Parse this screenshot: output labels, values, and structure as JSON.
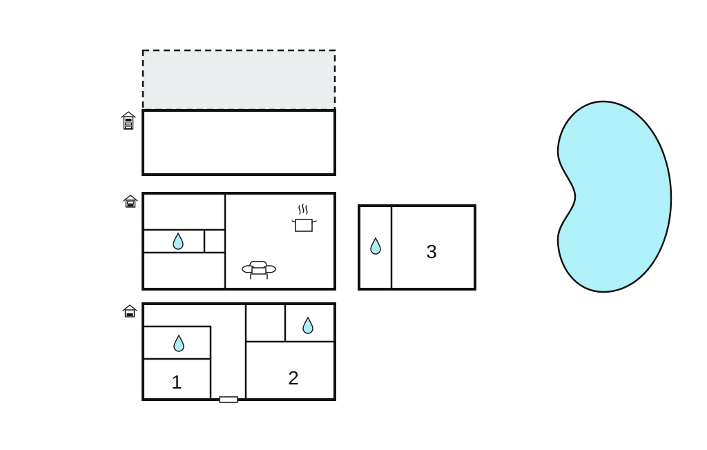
{
  "colors": {
    "wall": "#111111",
    "terrace_fill": "#eaeeee",
    "pool_fill": "#b0f1f9",
    "water_drop": "#b0ecf4",
    "background": "#ffffff"
  },
  "floors": [
    {
      "name": "top-building",
      "floor_icon": "house-floor-2-icon"
    },
    {
      "name": "middle-building",
      "floor_icon": "house-floor-1-icon"
    },
    {
      "name": "bottom-building",
      "floor_icon": "house-floor-0-icon"
    }
  ],
  "rooms": {
    "bedroom_1": {
      "label": "1"
    },
    "bedroom_2": {
      "label": "2"
    },
    "bedroom_3": {
      "label": "3"
    }
  },
  "icons": {
    "bathroom": "water-drop-icon",
    "kitchen": "cooking-pot-icon",
    "living": "sofa-icon",
    "door": "door-icon",
    "terrace": "terrace-area",
    "pool": "swimming-pool"
  }
}
